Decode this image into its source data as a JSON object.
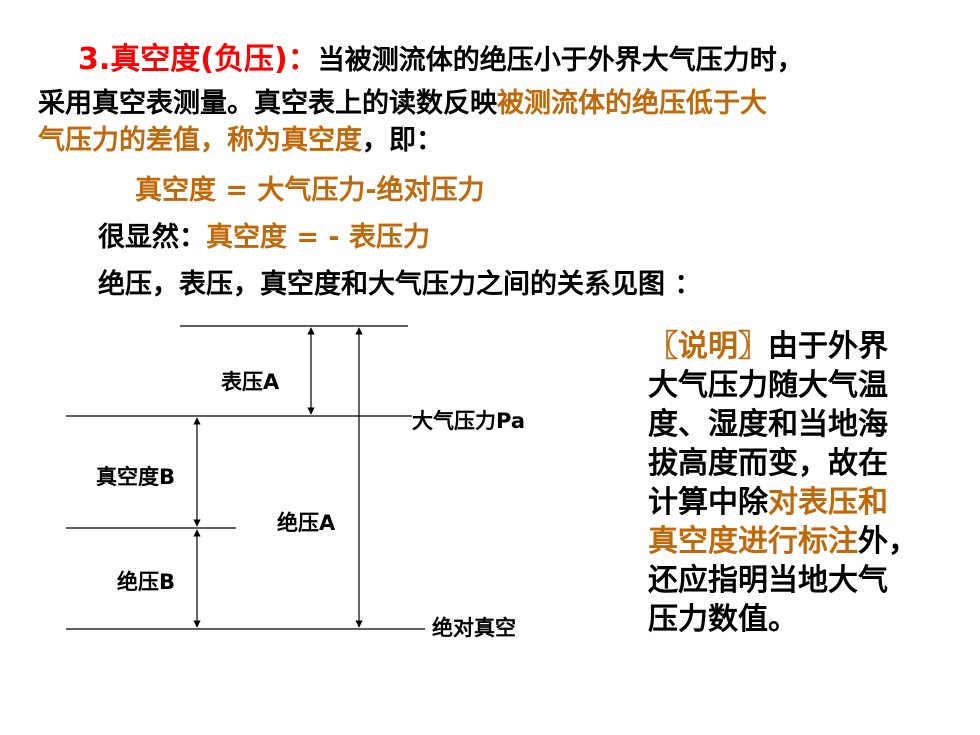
{
  "heading": {
    "number_title": "3.真空度(负压)：",
    "line1_rest": "当被测流体的绝压小于外界大气压力时，",
    "line2_a": "采用真空表测量。真空表上的读数反映",
    "line2_b": "被测流体的绝压低于大",
    "line3_a": "气压力的差值，称为真空度",
    "line3_b": "，即："
  },
  "formula1": "真空度 = 大气压力-绝对压力",
  "formula2_prefix": "很显然：",
  "formula2_value": "真空度 = - 表压力",
  "relation_line": "绝压，表压，真空度和大气压力之间的关系见图 ：",
  "diagram": {
    "label_gauge": "表压A",
    "label_atm": "大气压力Pa",
    "label_vacuum": "真空度B",
    "label_abs_a": "绝压A",
    "label_abs_b": "绝压B",
    "label_zero": "绝对真空"
  },
  "note": {
    "bracket": "〖说明〗",
    "l1": "由于外界",
    "l2": "大气压力随大气温",
    "l3": "度、湿度和当地海",
    "l4": "拔高度而变，故在",
    "l5a": "计算中除",
    "l5b": "对表压和",
    "l6a": "真空度进行标注",
    "l6b": "外，",
    "l7": "还应指明当地大气",
    "l8": "压力数值。"
  },
  "colors": {
    "red": "#ff0000",
    "orange": "#c0690a"
  }
}
